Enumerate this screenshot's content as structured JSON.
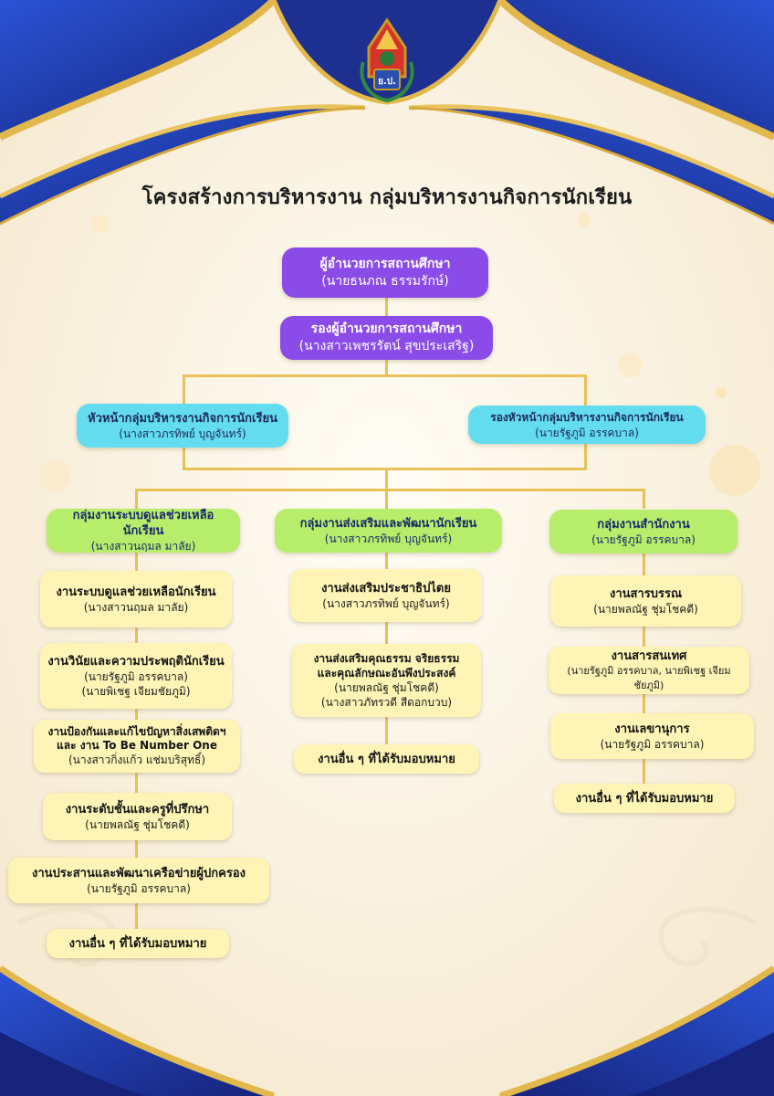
{
  "logo": {
    "text": "ย.ป."
  },
  "title": "โครงสร้างการบริหารงาน กลุ่มบริหารงานกิจการนักเรียน",
  "director": {
    "role": "ผู้อำนวยการสถานศึกษา",
    "name": "(นายธนภณ ธรรมรักษ์)"
  },
  "deputy": {
    "role": "รองผู้อำนวยการสถานศึกษา",
    "name": "(นางสาวเพชรรัตน์ สุขประเสริฐ)"
  },
  "head": {
    "role": "หัวหน้ากลุ่มบริหารงานกิจการนักเรียน",
    "name": "(นางสาวภรทิพย์ บุญจันทร์)"
  },
  "deputy_head": {
    "role": "รองหัวหน้ากลุ่มบริหารงานกิจการนักเรียน",
    "name": "(นายรัฐภูมิ อรรคบาล)"
  },
  "groups": [
    {
      "role": "กลุ่มงานระบบดูแลช่วยเหลือนักเรียน",
      "name": "(นางสาวนฤมล มาลัย)",
      "tasks": [
        {
          "title": "งานระบบดูแลช่วยเหลือนักเรียน",
          "people": [
            "(นางสาวนฤมล มาลัย)"
          ]
        },
        {
          "title": "งานวินัยและความประพฤตินักเรียน",
          "people": [
            "(นายรัฐภูมิ อรรคบาล)",
            "(นายพิเชฐ เจียมชัยภูมิ)"
          ]
        },
        {
          "title": "งานป้องกันและแก้ไขปัญหาสิ่งเสพติดฯ",
          "title2": "และ งาน To Be Number One",
          "people": [
            "(นางสาวกิ่งแก้ว แช่มบริสุทธิ์)"
          ]
        },
        {
          "title": "งานระดับชั้นและครูที่ปรึกษา",
          "people": [
            "(นายพลณัฐ ชุ่มโชคดี)"
          ]
        },
        {
          "title": "งานประสานและพัฒนาเครือข่ายผู้ปกครอง",
          "people": [
            "(นายรัฐภูมิ อรรคบาล)"
          ]
        },
        {
          "title": "งานอื่น ๆ ที่ได้รับมอบหมาย",
          "people": []
        }
      ]
    },
    {
      "role": "กลุ่มงานส่งเสริมและพัฒนานักเรียน",
      "name": "(นางสาวภรทิพย์ บุญจันทร์)",
      "tasks": [
        {
          "title": "งานส่งเสริมประชาธิปไตย",
          "people": [
            "(นางสาวภรทิพย์ บุญจันทร์)"
          ]
        },
        {
          "title": "งานส่งเสริมคุณธรรม จริยธรรม",
          "title2": "และคุณลักษณะอันพึงประสงค์",
          "people": [
            "(นายพลณัฐ ชุ่มโชคดี)",
            "(นางสาวภัทรวดี สีดอกบวบ)"
          ]
        },
        {
          "title": "งานอื่น ๆ ที่ได้รับมอบหมาย",
          "people": []
        }
      ]
    },
    {
      "role": "กลุ่มงานสำนักงาน",
      "name": "(นายรัฐภูมิ อรรคบาล)",
      "tasks": [
        {
          "title": "งานสารบรรณ",
          "people": [
            "(นายพลณัฐ ชุ่มโชคดี)"
          ]
        },
        {
          "title": "งานสารสนเทศ",
          "people": [
            "(นายรัฐภูมิ อรรคบาล, นายพิเชฐ เจียมชัยภูมิ)"
          ]
        },
        {
          "title": "งานเลขานุการ",
          "people": [
            "(นายรัฐภูมิ อรรคบาล)"
          ]
        },
        {
          "title": "งานอื่น ๆ ที่ได้รับมอบหมาย",
          "people": []
        }
      ]
    }
  ],
  "colors": {
    "navy": "#1d2f8f",
    "royal_blue": "#2d4fc4",
    "gold": "#e2b84c",
    "purple": "#8a4be8",
    "cyan": "#64dcef",
    "green": "#b6ed6a",
    "yellow": "#fdf4b6",
    "connector": "#e8c157"
  }
}
